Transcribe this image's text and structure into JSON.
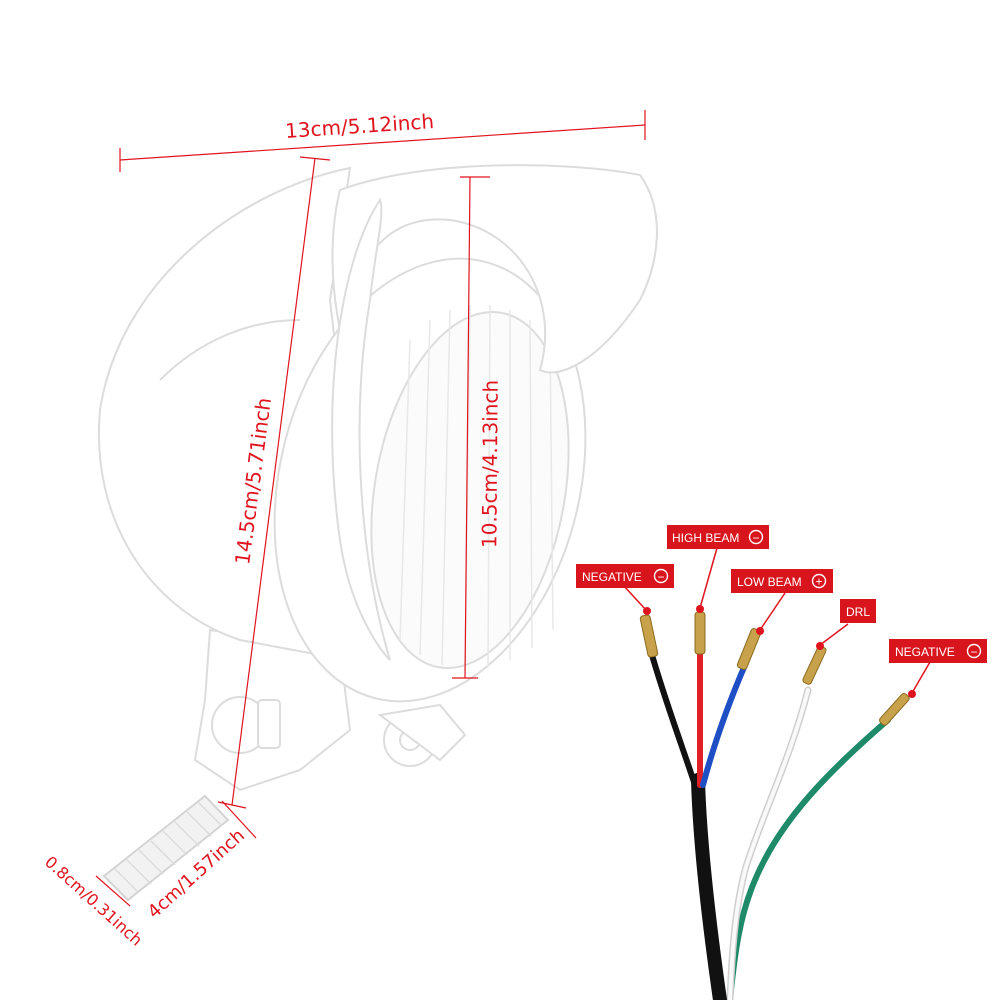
{
  "colors": {
    "accent": "#e0141e",
    "label_bg": "#d8141c",
    "wire_black": "#111111",
    "wire_red": "#e01f26",
    "wire_blue": "#1f4fc4",
    "wire_white": "#f4f4f4",
    "wire_green": "#1f8a6a",
    "chrome": "#d9d9d9"
  },
  "dimensions": {
    "width": "13cm/5.12inch",
    "height": "14.5cm/5.71inch",
    "lens_diameter": "10.5cm/4.13inch",
    "bolt_length": "4cm/1.57inch",
    "bolt_diameter": "0.8cm/0.31inch"
  },
  "wire_labels": {
    "negative_1": "NEGATIVE",
    "high_beam": "HIGH BEAM",
    "low_beam": "LOW BEAM",
    "drl": "DRL",
    "negative_2": "NEGATIVE"
  },
  "wire_signs": {
    "negative_1": "−",
    "high_beam": "−",
    "low_beam": "+",
    "negative_2": "−"
  }
}
